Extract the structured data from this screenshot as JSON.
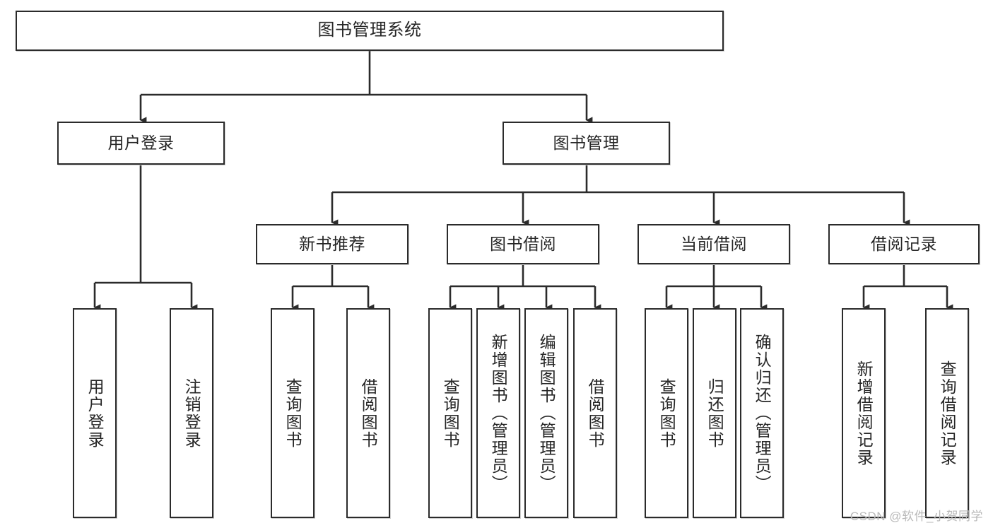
{
  "diagram": {
    "title": "图书管理系统",
    "type": "tree-hierarchy",
    "colors": {
      "stroke": "#2b2b2b",
      "fill": "#ffffff",
      "text": "#262626",
      "watermark": "#b9b9b9"
    },
    "root": {
      "label": "图书管理系统"
    },
    "level2": [
      {
        "label": "用户登录"
      },
      {
        "label": "图书管理"
      }
    ],
    "level3": [
      {
        "label": "新书推荐"
      },
      {
        "label": "图书借阅"
      },
      {
        "label": "当前借阅"
      },
      {
        "label": "借阅记录"
      }
    ],
    "leaves": {
      "user_login": [
        {
          "label": "用户登录"
        },
        {
          "label": "注销登录"
        }
      ],
      "new_book_recommend": [
        {
          "label": "查询图书"
        },
        {
          "label": "借阅图书"
        }
      ],
      "book_borrow": [
        {
          "label": "查询图书"
        },
        {
          "label": "新增图书（管理员）"
        },
        {
          "label": "编辑图书（管理员）"
        },
        {
          "label": "借阅图书"
        }
      ],
      "current_borrow": [
        {
          "label": "查询图书"
        },
        {
          "label": "归还图书"
        },
        {
          "label": "确认归还（管理员）"
        }
      ],
      "borrow_record": [
        {
          "label": "新增借阅记录"
        },
        {
          "label": "查询借阅记录"
        }
      ]
    },
    "watermark": "CSDN @软件_小贺同学"
  }
}
